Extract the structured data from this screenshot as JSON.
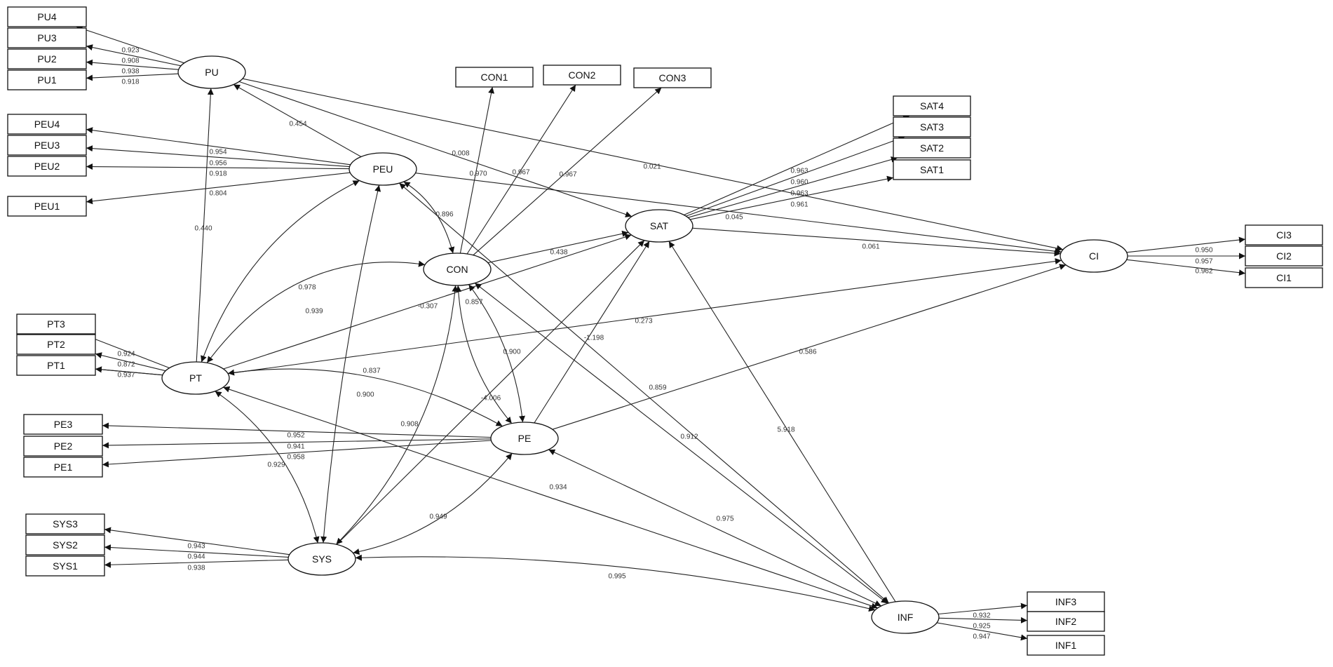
{
  "diagram": {
    "indicators": [
      {
        "id": "PU4",
        "label": "PU4"
      },
      {
        "id": "PU3",
        "label": "PU3"
      },
      {
        "id": "PU2",
        "label": "PU2"
      },
      {
        "id": "PU1",
        "label": "PU1"
      },
      {
        "id": "PEU4",
        "label": "PEU4"
      },
      {
        "id": "PEU3",
        "label": "PEU3"
      },
      {
        "id": "PEU2",
        "label": "PEU2"
      },
      {
        "id": "PEU1",
        "label": "PEU1"
      },
      {
        "id": "CON1",
        "label": "CON1"
      },
      {
        "id": "CON2",
        "label": "CON2"
      },
      {
        "id": "CON3",
        "label": "CON3"
      },
      {
        "id": "SAT4",
        "label": "SAT4"
      },
      {
        "id": "SAT3",
        "label": "SAT3"
      },
      {
        "id": "SAT2",
        "label": "SAT2"
      },
      {
        "id": "SAT1",
        "label": "SAT1"
      },
      {
        "id": "CI3",
        "label": "CI3"
      },
      {
        "id": "CI2",
        "label": "CI2"
      },
      {
        "id": "CI1",
        "label": "CI1"
      },
      {
        "id": "PT3",
        "label": "PT3"
      },
      {
        "id": "PT2",
        "label": "PT2"
      },
      {
        "id": "PT1",
        "label": "PT1"
      },
      {
        "id": "PE3",
        "label": "PE3"
      },
      {
        "id": "PE2",
        "label": "PE2"
      },
      {
        "id": "PE1",
        "label": "PE1"
      },
      {
        "id": "SYS3",
        "label": "SYS3"
      },
      {
        "id": "SYS2",
        "label": "SYS2"
      },
      {
        "id": "SYS1",
        "label": "SYS1"
      },
      {
        "id": "INF3",
        "label": "INF3"
      },
      {
        "id": "INF2",
        "label": "INF2"
      },
      {
        "id": "INF1",
        "label": "INF1"
      }
    ],
    "constructs": [
      {
        "id": "PU",
        "label": "PU"
      },
      {
        "id": "PEU",
        "label": "PEU"
      },
      {
        "id": "CON",
        "label": "CON"
      },
      {
        "id": "SAT",
        "label": "SAT"
      },
      {
        "id": "CI",
        "label": "CI"
      },
      {
        "id": "PT",
        "label": "PT"
      },
      {
        "id": "PE",
        "label": "PE"
      },
      {
        "id": "SYS",
        "label": "SYS"
      },
      {
        "id": "INF",
        "label": "INF"
      }
    ],
    "edges": [
      {
        "from": "PU",
        "to": "PU4",
        "label": "0.923"
      },
      {
        "from": "PU",
        "to": "PU3",
        "label": "0.908"
      },
      {
        "from": "PU",
        "to": "PU2",
        "label": "0.938"
      },
      {
        "from": "PU",
        "to": "PU1",
        "label": "0.918"
      },
      {
        "from": "PEU",
        "to": "PEU4",
        "label": "0.954"
      },
      {
        "from": "PEU",
        "to": "PEU3",
        "label": "0.956"
      },
      {
        "from": "PEU",
        "to": "PEU2",
        "label": "0.918"
      },
      {
        "from": "PEU",
        "to": "PEU1",
        "label": "0.804"
      },
      {
        "from": "CON",
        "to": "CON1",
        "label": "0.970"
      },
      {
        "from": "CON",
        "to": "CON2",
        "label": "0.967"
      },
      {
        "from": "CON",
        "to": "CON3",
        "label": "0.967"
      },
      {
        "from": "SAT",
        "to": "SAT4",
        "label": "0.963"
      },
      {
        "from": "SAT",
        "to": "SAT3",
        "label": "0.960"
      },
      {
        "from": "SAT",
        "to": "SAT2",
        "label": "0.963"
      },
      {
        "from": "SAT",
        "to": "SAT1",
        "label": "0.961"
      },
      {
        "from": "CI",
        "to": "CI3",
        "label": "0.950"
      },
      {
        "from": "CI",
        "to": "CI2",
        "label": "0.957"
      },
      {
        "from": "CI",
        "to": "CI1",
        "label": "0.962"
      },
      {
        "from": "PT",
        "to": "PT3",
        "label": ""
      },
      {
        "from": "PT",
        "to": "PT2",
        "label": "0.924"
      },
      {
        "from": "PT",
        "to": "PT1",
        "label": "0.872"
      },
      {
        "from": "PT",
        "to": "PT1",
        "label": "0.937"
      },
      {
        "from": "PE",
        "to": "PE3",
        "label": "0.952"
      },
      {
        "from": "PE",
        "to": "PE2",
        "label": "0.941"
      },
      {
        "from": "PE",
        "to": "PE1",
        "label": "0.958"
      },
      {
        "from": "SYS",
        "to": "SYS3",
        "label": "0.943"
      },
      {
        "from": "SYS",
        "to": "SYS2",
        "label": "0.944"
      },
      {
        "from": "SYS",
        "to": "SYS1",
        "label": "0.938"
      },
      {
        "from": "INF",
        "to": "INF3",
        "label": "0.932"
      },
      {
        "from": "INF",
        "to": "INF2",
        "label": "0.925"
      },
      {
        "from": "INF",
        "to": "INF1",
        "label": "0.947"
      },
      {
        "from": "PEU",
        "to": "PU",
        "label": "0.454"
      },
      {
        "from": "PU",
        "to": "SAT",
        "label": "0.008"
      },
      {
        "from": "PU",
        "to": "CI",
        "label": "0.021"
      },
      {
        "from": "PT",
        "to": "PU",
        "label": "0.440"
      },
      {
        "from": "PEU",
        "to": "CI",
        "label": "0.045"
      },
      {
        "from": "SAT",
        "to": "CI",
        "label": "0.061"
      },
      {
        "from": "CON",
        "to": "SAT",
        "label": "0.438"
      },
      {
        "from": "PT",
        "to": "SAT",
        "label": "-0.307"
      },
      {
        "from": "PT",
        "to": "CI",
        "label": "0.273"
      },
      {
        "from": "PE",
        "to": "CI",
        "label": "0.586"
      },
      {
        "from": "PE",
        "to": "SAT",
        "label": "-1.198"
      },
      {
        "from": "INF",
        "to": "SAT",
        "label": "5.918"
      },
      {
        "from": "SYS",
        "to": "SAT",
        "label": "-4.006"
      },
      {
        "from": "PEU",
        "to": "CON",
        "label": "0.896",
        "bi": true
      },
      {
        "from": "PT",
        "to": "PEU",
        "label": "0.978",
        "bi": true
      },
      {
        "from": "PT",
        "to": "CON",
        "label": "0.939",
        "bi": true
      },
      {
        "from": "PEU",
        "to": "SYS",
        "label": "0.837",
        "bi": true
      },
      {
        "from": "CON",
        "to": "PE",
        "label": "0.857",
        "bi": true
      },
      {
        "from": "CON",
        "to": "PE",
        "label": "0.900",
        "bi": true
      },
      {
        "from": "PT",
        "to": "PE",
        "label": "0.900",
        "bi": true
      },
      {
        "from": "CON",
        "to": "SYS",
        "label": "0.908",
        "bi": true
      },
      {
        "from": "PT",
        "to": "SYS",
        "label": "0.929",
        "bi": true
      },
      {
        "from": "PEU",
        "to": "INF",
        "label": "0.859",
        "bi": true
      },
      {
        "from": "CON",
        "to": "INF",
        "label": "0.912",
        "bi": true
      },
      {
        "from": "PT",
        "to": "INF",
        "label": "0.934",
        "bi": true
      },
      {
        "from": "PE",
        "to": "SYS",
        "label": "0.949",
        "bi": true
      },
      {
        "from": "PE",
        "to": "INF",
        "label": "0.975",
        "bi": true
      },
      {
        "from": "SYS",
        "to": "INF",
        "label": "0.995",
        "bi": true
      }
    ]
  }
}
